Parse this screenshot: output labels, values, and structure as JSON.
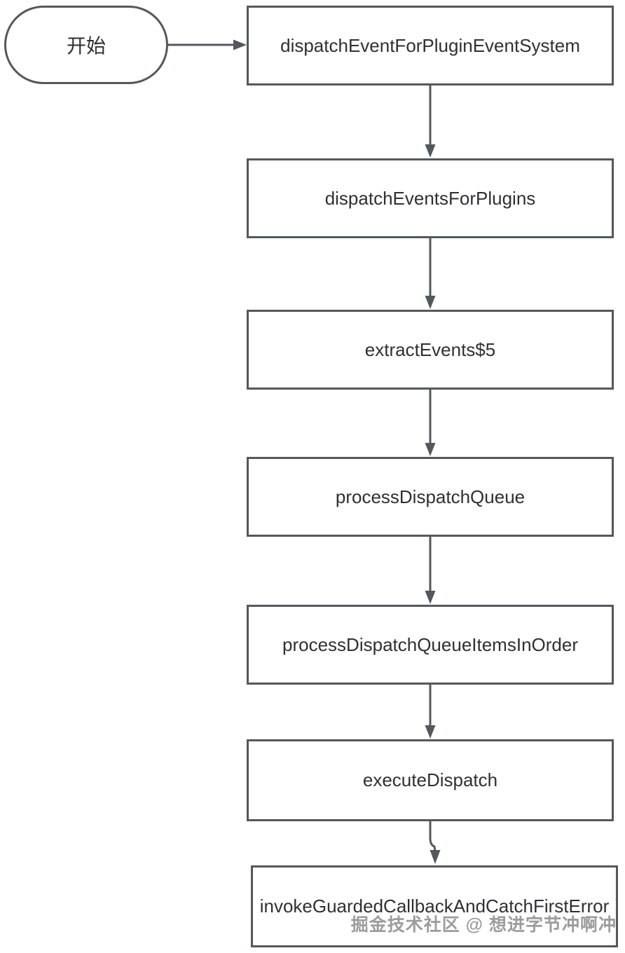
{
  "flowchart": {
    "start_label": "开始",
    "nodes": [
      {
        "label": "dispatchEventForPluginEventSystem"
      },
      {
        "label": "dispatchEventsForPlugins"
      },
      {
        "label": "extractEvents$5"
      },
      {
        "label": "processDispatchQueue"
      },
      {
        "label": "processDispatchQueueItemsInOrder"
      },
      {
        "label": "executeDispatch"
      },
      {
        "label": "invokeGuardedCallbackAndCatchFirstError"
      }
    ],
    "edges": [
      {
        "from": "开始",
        "to": "dispatchEventForPluginEventSystem"
      },
      {
        "from": "dispatchEventForPluginEventSystem",
        "to": "dispatchEventsForPlugins"
      },
      {
        "from": "dispatchEventsForPlugins",
        "to": "extractEvents$5"
      },
      {
        "from": "extractEvents$5",
        "to": "processDispatchQueue"
      },
      {
        "from": "processDispatchQueue",
        "to": "processDispatchQueueItemsInOrder"
      },
      {
        "from": "processDispatchQueueItemsInOrder",
        "to": "executeDispatch"
      },
      {
        "from": "executeDispatch",
        "to": "invokeGuardedCallbackAndCatchFirstError"
      }
    ],
    "watermark": "掘金技术社区 @ 想进字节冲啊冲",
    "colors": {
      "stroke": "#54585d",
      "text": "#2e3033",
      "watermark": "#9c9c9c",
      "background": "#ffffff"
    }
  }
}
